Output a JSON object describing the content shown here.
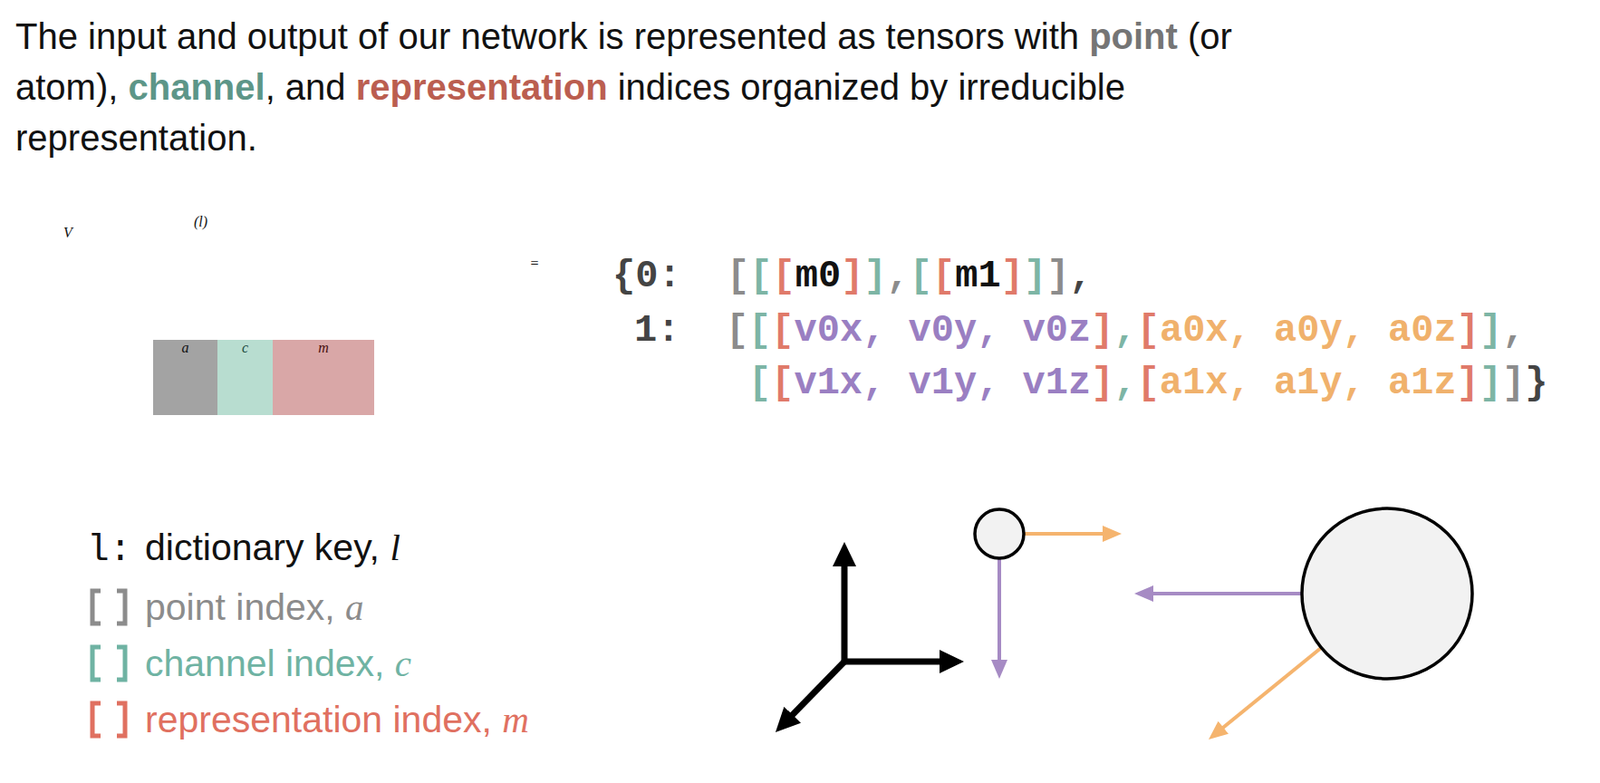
{
  "diagram": {
    "title": "The input and output of our network is represented as tensors with point (or atom), channel, and representation indices organized by irreducible representation.",
    "labels": [
      "V",
      "(l)",
      "a",
      "c",
      "m",
      "=",
      "{0:  [[[m0]],[[m1]]],",
      "1:  [[[v0x, v0y, v0z],[a0x, a0y, a0z]],",
      "[[v1x, v1y, v1z],[a1x, a1y, a1z]]]}"
    ],
    "legend": [
      {
        "text": "l:dictionary key, l"
      },
      {
        "text": "point index, a",
        "color": "#8c8c8c"
      },
      {
        "text": "channel index, c",
        "color": "#6fb3a3"
      },
      {
        "text": "representation index, m",
        "color": "#e07060"
      }
    ]
  }
}
